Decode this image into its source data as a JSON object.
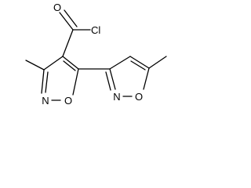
{
  "molecule": {
    "atoms": {
      "o_carbonyl": "O",
      "cl": "Cl",
      "n_ring1": "N",
      "o_ring1": "O",
      "n_ring2": "N",
      "o_ring2": "O"
    },
    "colors": {
      "line": "#000000",
      "background": "#ffffff"
    }
  }
}
